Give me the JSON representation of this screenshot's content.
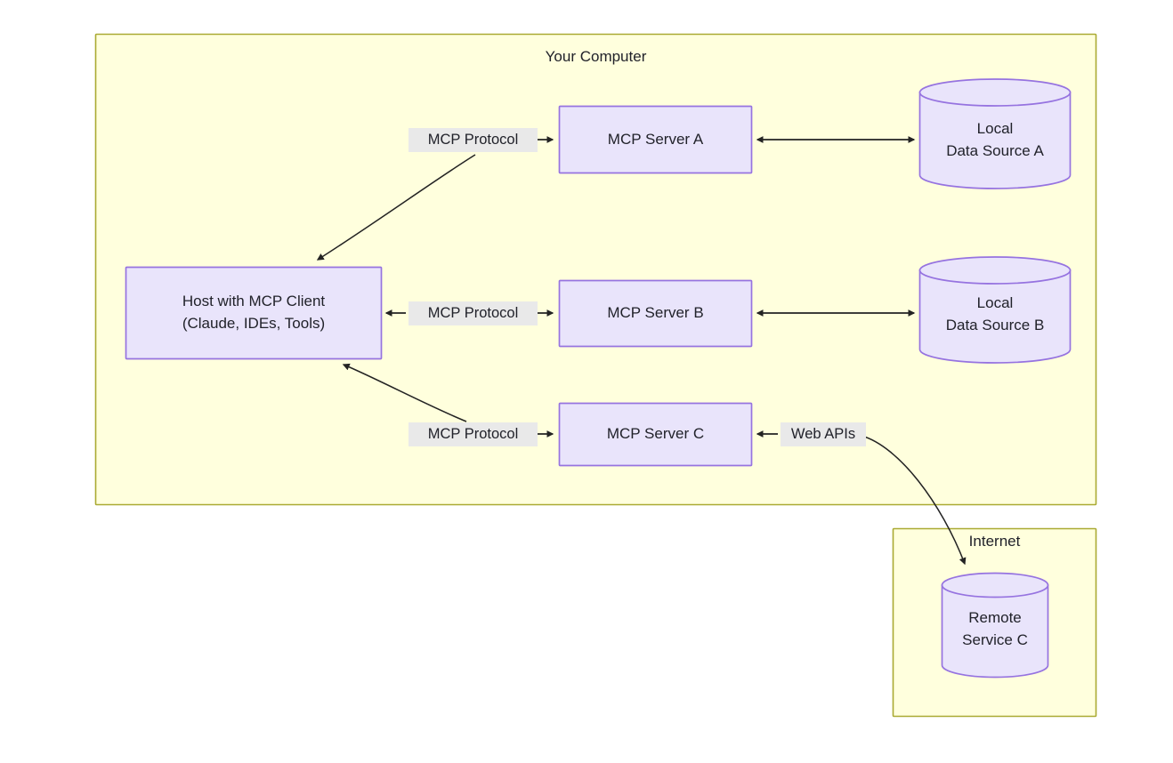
{
  "diagram": {
    "title_hidden": "",
    "colors": {
      "group_fill": "#ffffdd",
      "group_stroke": "#aaaa33",
      "node_fill": "#e9e4fb",
      "node_stroke": "#9673e0",
      "edge_stroke": "#232323",
      "label_bg": "#e9e9e9",
      "text": "#21222a",
      "page_bg": "#ffffff"
    },
    "groups": [
      {
        "id": "your-computer",
        "label": "Your Computer"
      },
      {
        "id": "internet",
        "label": "Internet"
      }
    ],
    "nodes": [
      {
        "id": "host",
        "shape": "rect",
        "lines": [
          "Host with MCP Client",
          "(Claude, IDEs, Tools)"
        ]
      },
      {
        "id": "server-a",
        "shape": "rect",
        "lines": [
          "MCP Server A"
        ]
      },
      {
        "id": "server-b",
        "shape": "rect",
        "lines": [
          "MCP Server B"
        ]
      },
      {
        "id": "server-c",
        "shape": "rect",
        "lines": [
          "MCP Server C"
        ]
      },
      {
        "id": "source-a",
        "shape": "cylinder",
        "lines": [
          "Local",
          "Data Source A"
        ]
      },
      {
        "id": "source-b",
        "shape": "cylinder",
        "lines": [
          "Local",
          "Data Source B"
        ]
      },
      {
        "id": "remote-c",
        "shape": "cylinder",
        "lines": [
          "Remote",
          "Service C"
        ]
      }
    ],
    "edges": [
      {
        "id": "host-server-a",
        "label": "MCP Protocol",
        "from": "host",
        "to": "server-a",
        "arrow": "both-split"
      },
      {
        "id": "host-server-b",
        "label": "MCP Protocol",
        "from": "host",
        "to": "server-b",
        "arrow": "both"
      },
      {
        "id": "host-server-c",
        "label": "MCP Protocol",
        "from": "host",
        "to": "server-c",
        "arrow": "both-split"
      },
      {
        "id": "server-a-source-a",
        "label": "",
        "from": "server-a",
        "to": "source-a",
        "arrow": "both"
      },
      {
        "id": "server-b-source-b",
        "label": "",
        "from": "server-b",
        "to": "source-b",
        "arrow": "both"
      },
      {
        "id": "server-c-remote-c",
        "label": "Web APIs",
        "from": "server-c",
        "to": "remote-c",
        "arrow": "both-split"
      }
    ]
  }
}
